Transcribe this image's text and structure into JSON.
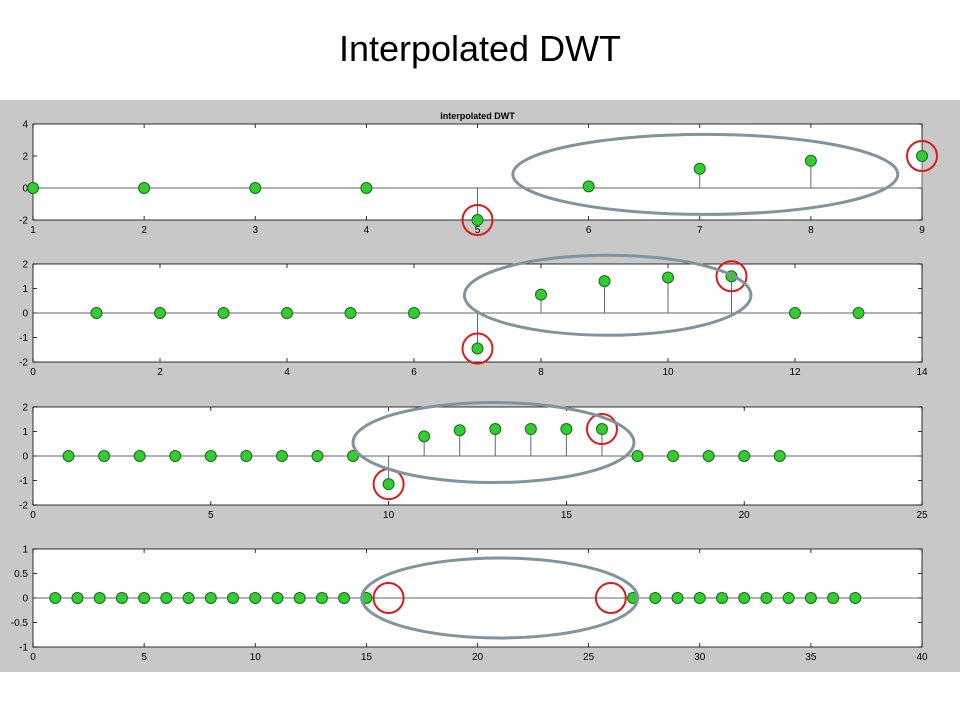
{
  "slide_title": "Interpolated DWT",
  "colors": {
    "figure_background": "#c8c8c8",
    "axes_background": "#ffffff",
    "stem": "#596c74",
    "marker_fill": "#33cc33",
    "marker_edge": "#1a6a1a",
    "highlight_circle": "#dd1a1a",
    "group_ellipse": "#7f949c"
  },
  "chart_data": [
    {
      "type": "stem",
      "title": "Interpolated DWT",
      "xlim": [
        1,
        9
      ],
      "ylim": [
        -2,
        4
      ],
      "xticks": [
        1,
        2,
        3,
        4,
        5,
        6,
        7,
        8,
        9
      ],
      "yticks": [
        -2,
        0,
        2,
        4
      ],
      "x": [
        1,
        2,
        3,
        4,
        5,
        6,
        7,
        8,
        9
      ],
      "y": [
        0,
        0,
        0,
        0,
        -2,
        0.1,
        1.2,
        1.7,
        2
      ],
      "red_circles_at": [
        5,
        9
      ],
      "group_ellipse_range": [
        5.75,
        8.35
      ]
    },
    {
      "type": "stem",
      "title": "",
      "xlim": [
        0,
        14
      ],
      "ylim": [
        -2,
        2
      ],
      "xticks": [
        0,
        2,
        4,
        6,
        8,
        10,
        12,
        14
      ],
      "yticks": [
        -2,
        -1,
        0,
        1,
        2
      ],
      "x": [
        1,
        2,
        3,
        4,
        5,
        6,
        7,
        8,
        9,
        10,
        11,
        12,
        13
      ],
      "y": [
        0,
        0,
        0,
        0,
        0,
        0,
        -1.45,
        0.75,
        1.3,
        1.45,
        1.5,
        0,
        0
      ],
      "red_circles_at": [
        7,
        11
      ],
      "group_ellipse_range": [
        7.55,
        10.55
      ]
    },
    {
      "type": "stem",
      "title": "",
      "xlim": [
        0,
        25
      ],
      "ylim": [
        -2,
        2
      ],
      "xticks": [
        0,
        5,
        10,
        15,
        20,
        25
      ],
      "yticks": [
        -2,
        -1,
        0,
        1,
        2
      ],
      "x": [
        1,
        2,
        3,
        4,
        5,
        6,
        7,
        8,
        9,
        10,
        11,
        12,
        13,
        14,
        15,
        16,
        17,
        18,
        19,
        20,
        21
      ],
      "y": [
        0,
        0,
        0,
        0,
        0,
        0,
        0,
        0,
        0,
        -1.15,
        0.8,
        1.05,
        1.1,
        1.1,
        1.1,
        1.1,
        0,
        0,
        0,
        0,
        0
      ],
      "red_circles_at": [
        10,
        16
      ],
      "group_ellipse_range": [
        10.35,
        15.55
      ]
    },
    {
      "type": "stem",
      "title": "",
      "xlim": [
        0,
        40
      ],
      "ylim": [
        -1,
        1
      ],
      "xticks": [
        0,
        5,
        10,
        15,
        20,
        25,
        30,
        35,
        40
      ],
      "yticks": [
        -1,
        -0.5,
        0,
        0.5,
        1
      ],
      "x": [
        1,
        2,
        3,
        4,
        5,
        6,
        7,
        8,
        9,
        10,
        11,
        12,
        13,
        14,
        15,
        27,
        28,
        29,
        30,
        31,
        32,
        33,
        34,
        35,
        36,
        37
      ],
      "y": [
        0,
        0,
        0,
        0,
        0,
        0,
        0,
        0,
        0,
        0,
        0,
        0,
        0,
        0,
        0,
        0,
        0,
        0,
        0,
        0,
        0,
        0,
        0,
        0,
        0,
        0
      ],
      "red_circles_at": [
        16,
        26
      ],
      "group_ellipse_range": [
        16.95,
        25.05
      ]
    }
  ]
}
